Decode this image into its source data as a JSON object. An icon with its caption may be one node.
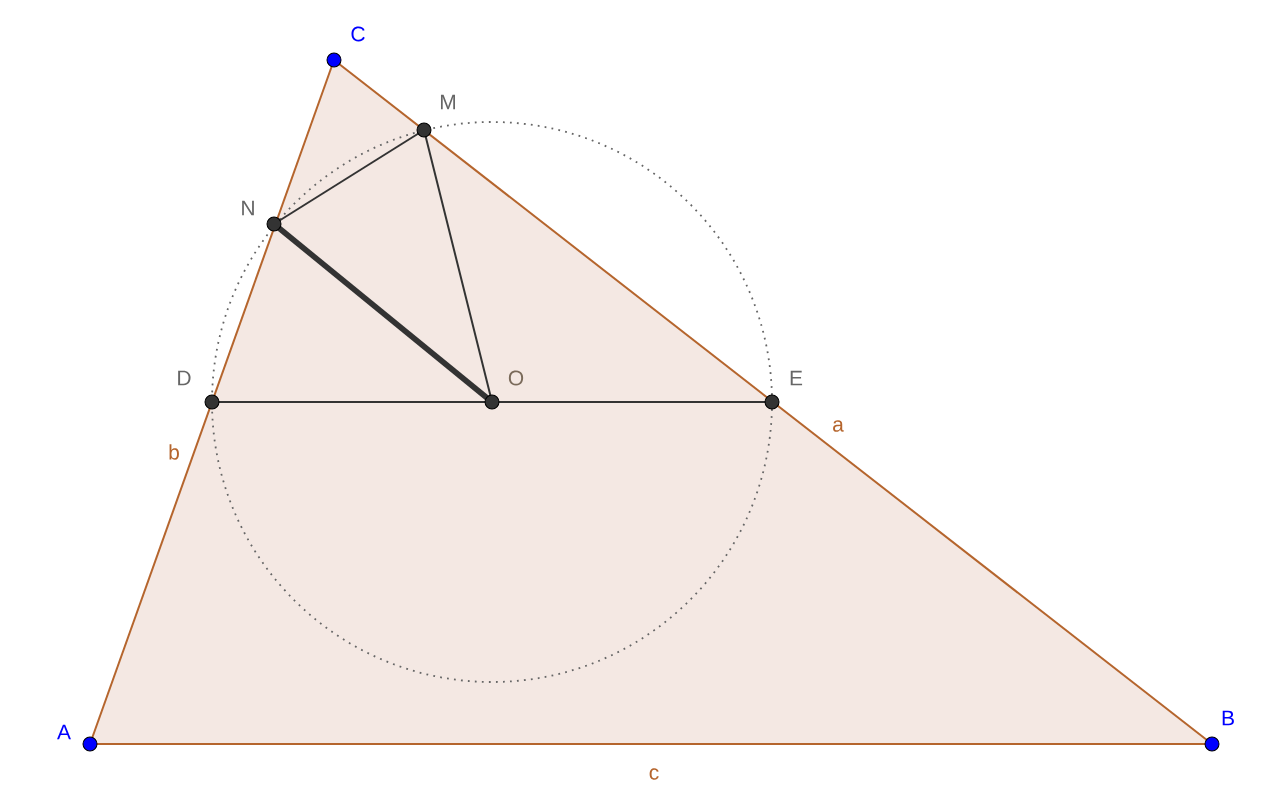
{
  "diagram": {
    "nodes": [
      {
        "text": [
          "C"
        ]
      },
      {
        "text": [
          "M"
        ]
      },
      {
        "text": [
          "N"
        ]
      },
      {
        "text": [
          "D"
        ]
      },
      {
        "text": [
          "O"
        ]
      },
      {
        "text": [
          "E"
        ]
      },
      {
        "text": [
          "A"
        ]
      },
      {
        "text": [
          "B"
        ]
      }
    ],
    "edges": [
      {
        "from": 6,
        "to": 7,
        "arrow": "none",
        "label": "c",
        "color": "#b5652d"
      },
      {
        "from": 7,
        "to": 0,
        "arrow": "none",
        "label": "a",
        "color": "#b5652d"
      },
      {
        "from": 0,
        "to": 6,
        "arrow": "none",
        "label": "b",
        "color": "#b5652d"
      },
      {
        "from": 2,
        "to": 1,
        "arrow": "none"
      },
      {
        "from": 1,
        "to": 4,
        "arrow": "none"
      },
      {
        "from": 2,
        "to": 4,
        "arrow": "none",
        "style": "thick"
      },
      {
        "from": 3,
        "to": 4,
        "arrow": "none"
      },
      {
        "from": 4,
        "to": 5,
        "arrow": "none"
      }
    ]
  }
}
